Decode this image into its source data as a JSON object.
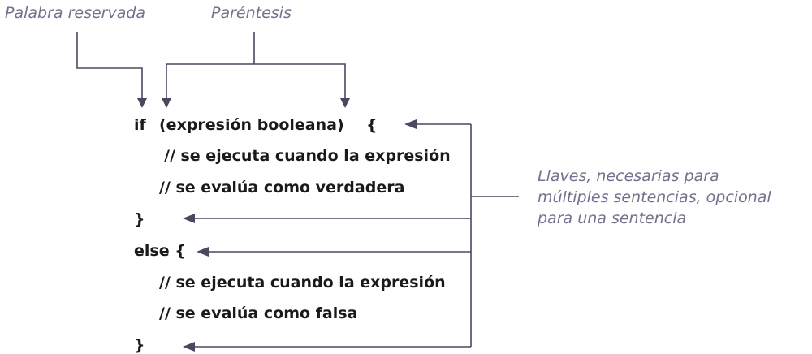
{
  "labels": {
    "reserved_word": "Palabra reservada",
    "parentheses": "Paréntesis",
    "braces_note": [
      "Llaves, necesarias para",
      "múltiples sentencias, opcional",
      "para una sentencia"
    ]
  },
  "code": {
    "if_keyword": "if",
    "condition": "(expresión booleana)",
    "open_brace": "{",
    "if_comment_1": "// se ejecuta cuando la expresión",
    "if_comment_2": "// se evalúa como verdadera",
    "close_brace_1": "}",
    "else_line": "else {",
    "else_comment_1": "// se ejecuta cuando la expresión",
    "else_comment_2": "// se evalúa como falsa",
    "close_brace_2": "}"
  },
  "colors": {
    "label_text": "#75708b",
    "code_text": "#1a1a1a",
    "connector": "#4a4860"
  }
}
